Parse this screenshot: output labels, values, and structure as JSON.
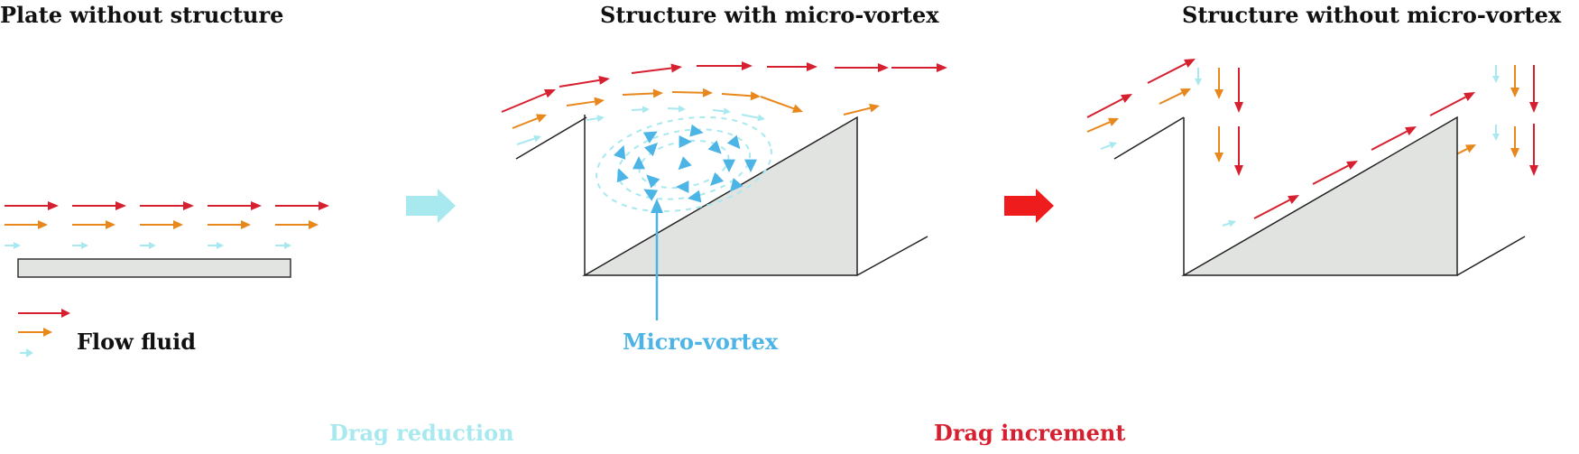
{
  "titles": {
    "plate": "Plate without structure",
    "with_vortex": "Structure with micro-vortex",
    "without_vortex": "Structure without micro-vortex"
  },
  "legend": {
    "label": "Flow fluid"
  },
  "annotations": {
    "micro_vortex": "Micro-vortex",
    "drag_reduction": "Drag reduction",
    "drag_increment": "Drag increment"
  },
  "colors": {
    "red": "#d6202f",
    "orange": "#e7871c",
    "cyan": "#a8e9f0",
    "vortex_blue": "#4db4e6",
    "plate_fill": "#e2e4e1",
    "ramp_fill": "#e1e3e0",
    "reduction_arrow": "#a8e9f0",
    "increment_arrow": "#ee1c1c"
  }
}
